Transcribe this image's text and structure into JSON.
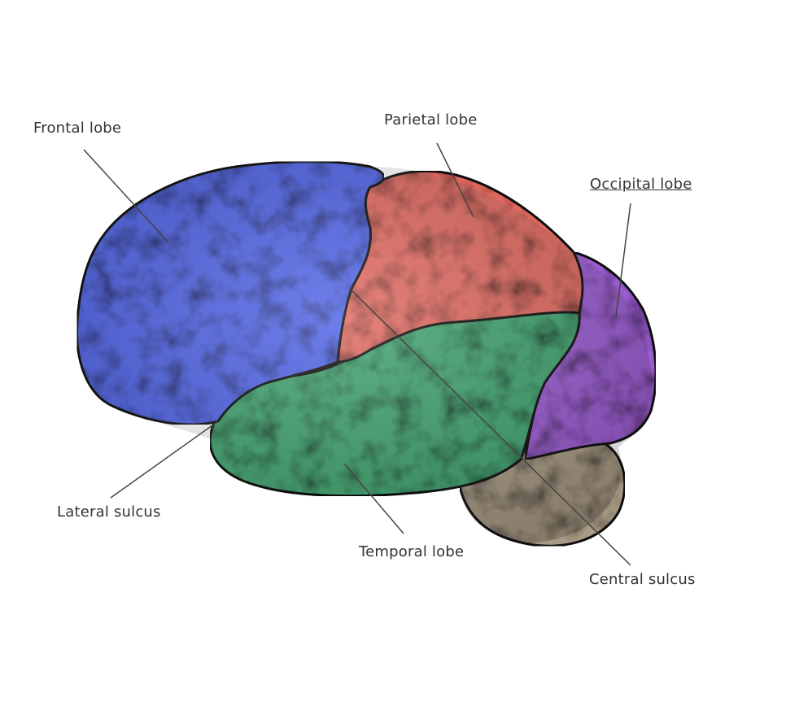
{
  "labels": {
    "frontal": "Frontal lobe",
    "parietal": "Parietal lobe",
    "occipital": "Occipital lobe",
    "lateral": "Lateral sulcus",
    "temporal": "Temporal lobe",
    "central": "Central sulcus"
  },
  "colors": {
    "frontal": "#4f63e6",
    "parietal": "#e0685e",
    "occipital": "#9b5bd2",
    "temporal": "#3fa36e",
    "cerebellum": "#a89a84",
    "outline": "#111111",
    "leader": "#444444"
  }
}
